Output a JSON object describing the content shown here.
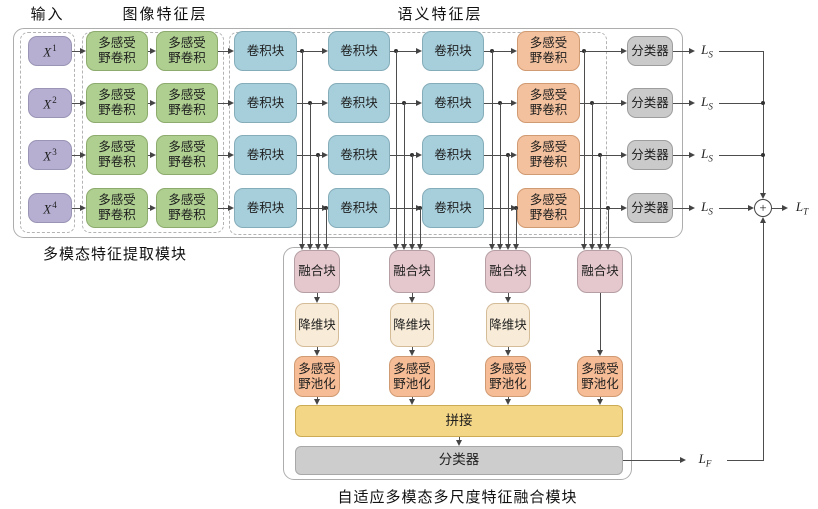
{
  "header": {
    "input": "输入",
    "image_layer": "图像特征层",
    "semantic_layer": "语义特征层"
  },
  "captions": {
    "extraction": "多模态特征提取模块",
    "fusion": "自适应多模态多尺度特征融合模块"
  },
  "blocks": {
    "mrf_conv_l1": "多感受",
    "mrf_conv_l2": "野卷积",
    "conv_block": "卷积块",
    "classifier": "分类器",
    "fusion_block": "融合块",
    "reduce_block": "降维块",
    "mrf_pool_l1": "多感受",
    "mrf_pool_l2": "野池化",
    "concat": "拼接",
    "final_classifier": "分类器"
  },
  "inputs": [
    {
      "base": "X",
      "sup": "1"
    },
    {
      "base": "X",
      "sup": "2"
    },
    {
      "base": "X",
      "sup": "3"
    },
    {
      "base": "X",
      "sup": "4"
    }
  ],
  "outputs": {
    "loss_base": "L",
    "loss_s_sub": "S",
    "loss_t_sub": "T",
    "loss_f_sub": "F",
    "plus": "+"
  },
  "colors": {
    "input_fill": "#b6afd2",
    "green_fill": "#aecf90",
    "blue_fill": "#a6cedb",
    "orange_fill": "#f4c19e",
    "classifier_fill": "#cacaca",
    "fusion_fill": "#e4c8cd",
    "reduce_fill": "#f8ebd7",
    "pool_fill": "#f5bc96",
    "concat_fill": "#f4d687",
    "bar_fill": "#cdcdcd",
    "line": "#4d4d4d"
  }
}
